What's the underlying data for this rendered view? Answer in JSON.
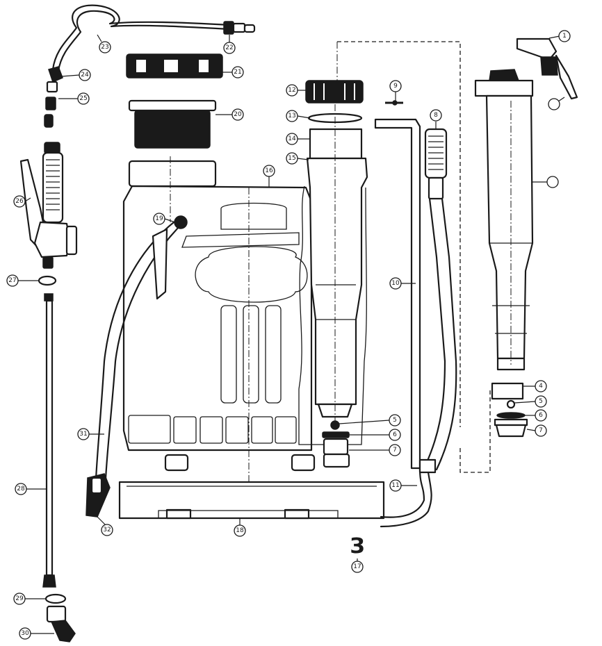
{
  "callouts": [
    {
      "id": "c1",
      "label": "1"
    },
    {
      "id": "c2",
      "label": ""
    },
    {
      "id": "c3",
      "label": ""
    },
    {
      "id": "c4",
      "label": "4"
    },
    {
      "id": "c5r",
      "label": "5"
    },
    {
      "id": "c6r",
      "label": "6"
    },
    {
      "id": "c7r",
      "label": "7"
    },
    {
      "id": "c5",
      "label": "5"
    },
    {
      "id": "c6",
      "label": "6"
    },
    {
      "id": "c7",
      "label": "7"
    },
    {
      "id": "c8",
      "label": "8"
    },
    {
      "id": "c9",
      "label": "9"
    },
    {
      "id": "c10",
      "label": "10"
    },
    {
      "id": "c11",
      "label": "11"
    },
    {
      "id": "c12",
      "label": "12"
    },
    {
      "id": "c13",
      "label": "13"
    },
    {
      "id": "c14",
      "label": "14"
    },
    {
      "id": "c15",
      "label": "15"
    },
    {
      "id": "c16",
      "label": "16"
    },
    {
      "id": "c17",
      "label": "17"
    },
    {
      "id": "c18",
      "label": "18"
    },
    {
      "id": "c19",
      "label": "19"
    },
    {
      "id": "c20",
      "label": "20"
    },
    {
      "id": "c21",
      "label": "21"
    },
    {
      "id": "c22",
      "label": "22"
    },
    {
      "id": "c23",
      "label": "23"
    },
    {
      "id": "c24",
      "label": "24"
    },
    {
      "id": "c25",
      "label": "25"
    },
    {
      "id": "c26",
      "label": "26"
    },
    {
      "id": "c27",
      "label": "27"
    },
    {
      "id": "c28",
      "label": "28"
    },
    {
      "id": "c29",
      "label": "29"
    },
    {
      "id": "c30",
      "label": "30"
    },
    {
      "id": "c31",
      "label": "31"
    },
    {
      "id": "c32",
      "label": "32"
    }
  ],
  "mark": "З"
}
